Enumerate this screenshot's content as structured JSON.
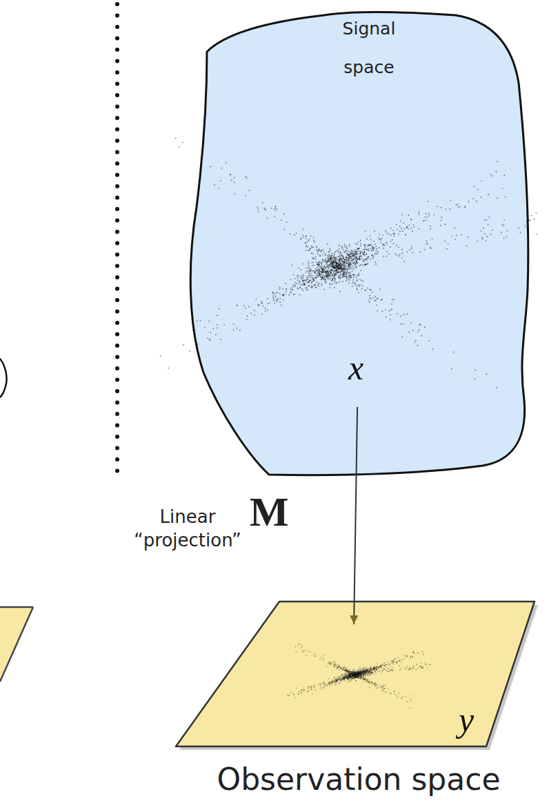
{
  "diagram": {
    "nodes": [
      {
        "text": [
          "Signal space",
          "x"
        ]
      },
      {
        "text": [
          "y",
          "Observation space"
        ]
      }
    ],
    "edges": [
      {
        "from": 0,
        "to": 1,
        "arrow": "to"
      }
    ],
    "labels": [
      "Linear “projection”",
      "M"
    ]
  }
}
